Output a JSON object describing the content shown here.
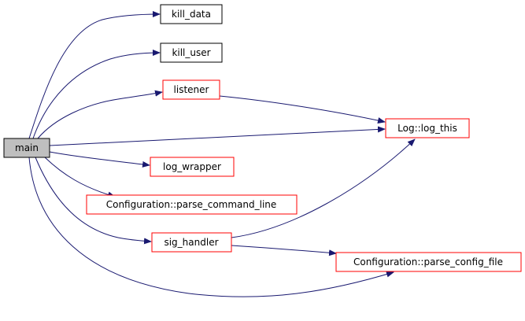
{
  "colors": {
    "edge": "#191970",
    "root_fill": "#bfbfbf",
    "root_border": "#000000",
    "linked_border": "#ff0000",
    "plain_border": "#000000"
  },
  "nodes": {
    "main": {
      "label": "main",
      "style": "root"
    },
    "kill_data": {
      "label": "kill_data",
      "style": "plain"
    },
    "kill_user": {
      "label": "kill_user",
      "style": "plain"
    },
    "listener": {
      "label": "listener",
      "style": "linked"
    },
    "log_this": {
      "label": "Log::log_this",
      "style": "linked"
    },
    "log_wrapper": {
      "label": "log_wrapper",
      "style": "linked"
    },
    "parse_command_line": {
      "label": "Configuration::parse_command_line",
      "style": "linked"
    },
    "sig_handler": {
      "label": "sig_handler",
      "style": "linked"
    },
    "parse_config_file": {
      "label": "Configuration::parse_config_file",
      "style": "linked"
    }
  },
  "edges": [
    {
      "from": "main",
      "to": "kill_data"
    },
    {
      "from": "main",
      "to": "kill_user"
    },
    {
      "from": "main",
      "to": "listener"
    },
    {
      "from": "main",
      "to": "log_this"
    },
    {
      "from": "main",
      "to": "log_wrapper"
    },
    {
      "from": "main",
      "to": "parse_command_line"
    },
    {
      "from": "main",
      "to": "sig_handler"
    },
    {
      "from": "main",
      "to": "parse_config_file"
    },
    {
      "from": "listener",
      "to": "log_this"
    },
    {
      "from": "sig_handler",
      "to": "log_this"
    },
    {
      "from": "sig_handler",
      "to": "parse_config_file"
    }
  ]
}
